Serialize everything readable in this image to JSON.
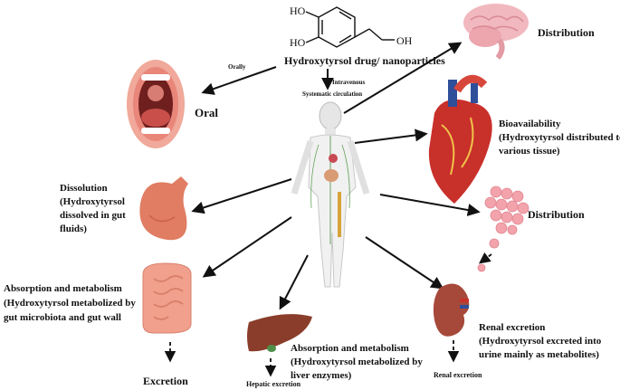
{
  "molecule": {
    "ho_top": "HO",
    "ho_bottom": "HO",
    "oh_right": "OH"
  },
  "drug_title": "Hydroxytyrsol drug/ nanoparticles",
  "route_orally": "Orally",
  "route_intravenous": "Intravenous",
  "systematic_circulation": "Systematic circulation",
  "oral_label": "Oral",
  "distribution_top": "Distribution",
  "bioavailability": {
    "line1": "Bioavailability",
    "line2": "(Hydroxytyrsol distributed to",
    "line3": "various tissue)"
  },
  "distribution_right": "Distribution",
  "dissolution": {
    "line1": "Dissolution",
    "line2": "(Hydroxytyrsol",
    "line3": "dissolved in gut",
    "line4": "fluids)"
  },
  "absorption_gut": {
    "line1": "Absorption and metabolism",
    "line2": "(Hydroxytyrsol metabolized by",
    "line3": "gut microbiota and gut wall"
  },
  "excretion": "Excretion",
  "absorption_liver": {
    "line1": "Absorption and metabolism",
    "line2": "(Hydroxytyrsol metabolized by",
    "line3": "liver enzymes)"
  },
  "hepatic_excretion": "Hepatic excretion",
  "renal": {
    "line1": "Renal excretion",
    "line2": "(Hydroxytyrsol excreted into",
    "line3": "urine mainly as metabolites)"
  },
  "renal_excretion_small": "Renal excretion",
  "colors": {
    "arrow": "#111111",
    "mouth": "#e9867a",
    "lips": "#f0a99a",
    "tongue": "#c9504a",
    "brain": "#f2b8bf",
    "heart_red": "#c8302a",
    "heart_blue": "#2f4f9a",
    "stomach": "#e07d62",
    "intestine": "#f0a08c",
    "liver": "#8a3d2a",
    "kidney": "#a6493a",
    "cells": "#f3a3ab",
    "body": "#f1f1f1"
  }
}
